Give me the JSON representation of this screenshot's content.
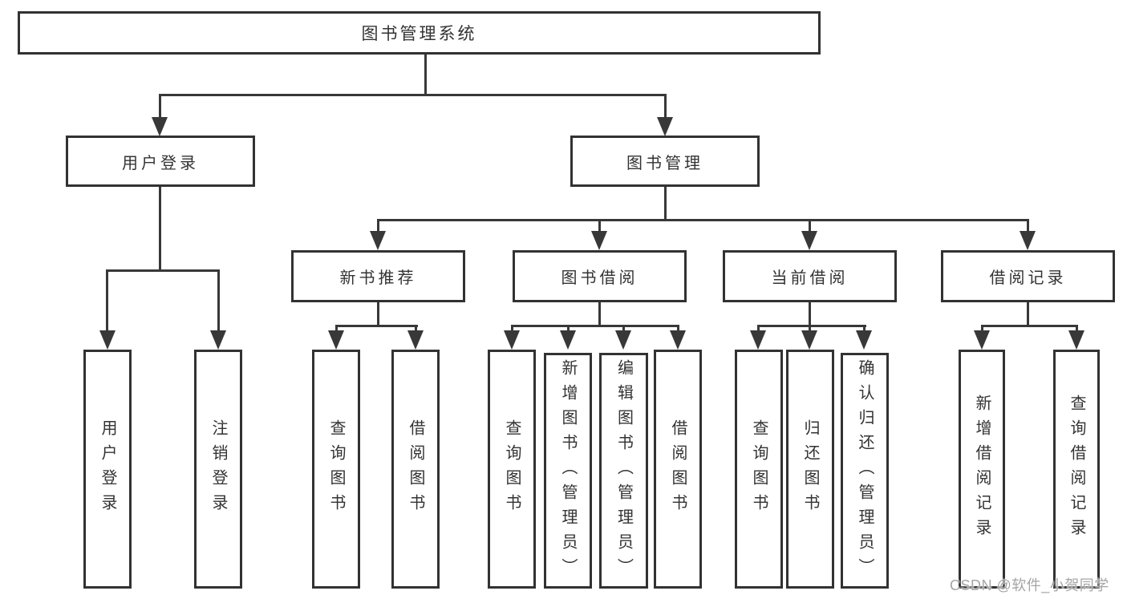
{
  "diagram_title": "图书管理系统",
  "tree": {
    "label": "图书管理系统",
    "children": [
      {
        "label": "用户登录",
        "children": [
          {
            "label": "用户登录"
          },
          {
            "label": "注销登录"
          }
        ]
      },
      {
        "label": "图书管理",
        "children": [
          {
            "label": "新书推荐",
            "children": [
              {
                "label": "查询图书"
              },
              {
                "label": "借阅图书"
              }
            ]
          },
          {
            "label": "图书借阅",
            "children": [
              {
                "label": "查询图书"
              },
              {
                "label": "新增图书（管理员）"
              },
              {
                "label": "编辑图书（管理员）"
              },
              {
                "label": "借阅图书"
              }
            ]
          },
          {
            "label": "当前借阅",
            "children": [
              {
                "label": "查询图书"
              },
              {
                "label": "归还图书"
              },
              {
                "label": "确认归还（管理员）"
              }
            ]
          },
          {
            "label": "借阅记录",
            "children": [
              {
                "label": "新增借阅记录"
              },
              {
                "label": "查询借阅记录"
              }
            ]
          }
        ]
      }
    ]
  },
  "watermark": {
    "text": "CSDN @软件_小贺同学"
  },
  "colors": {
    "line": "#383838",
    "box_border": "#323232",
    "text": "#333333",
    "watermark": "#a5a5a5",
    "background": "#ffffff"
  }
}
